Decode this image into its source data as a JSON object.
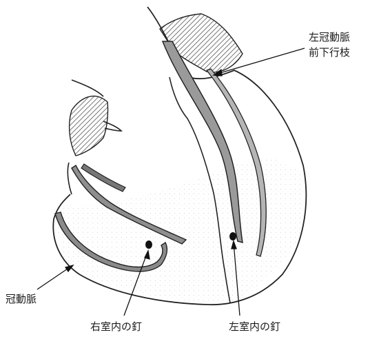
{
  "labels": {
    "lad_line1": "左冠動脈",
    "lad_line2": "前下行枝",
    "coronary_artery": "冠動脈",
    "rv_nail": "右室内の釘",
    "lv_nail": "左室内の釘"
  }
}
